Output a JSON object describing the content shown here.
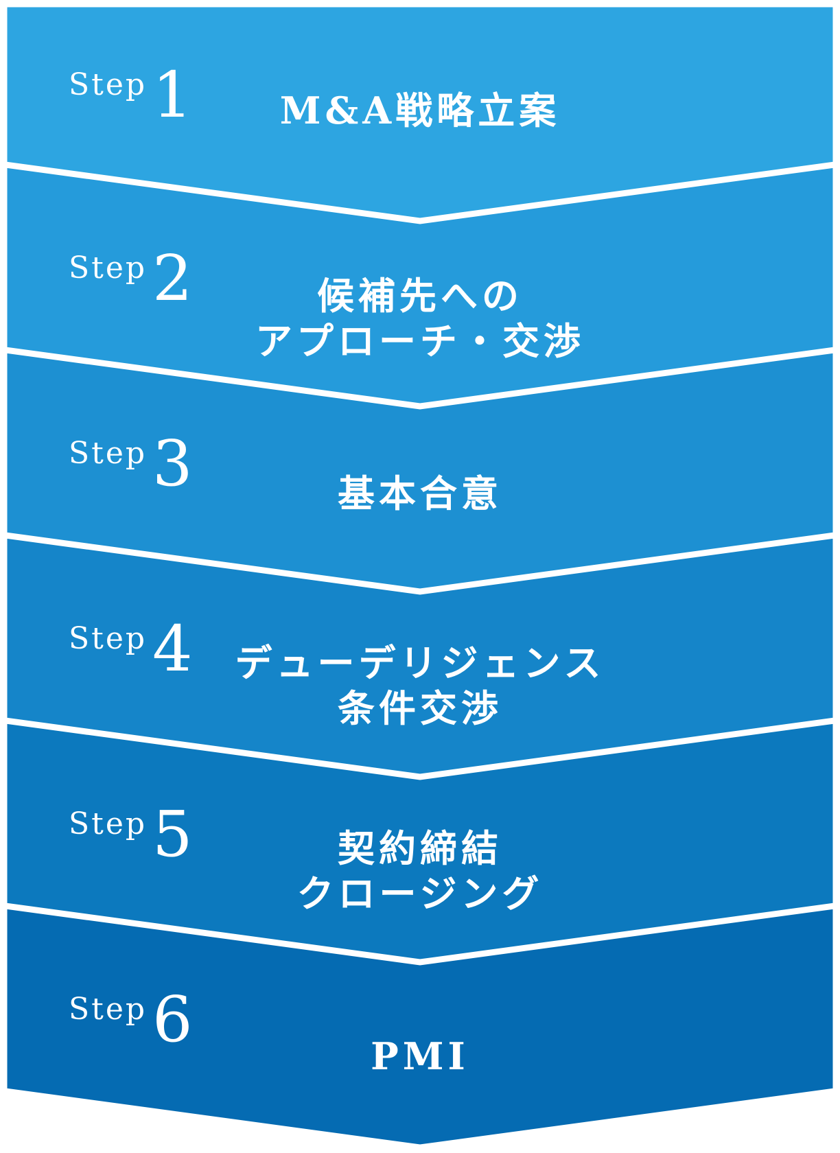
{
  "diagram": {
    "step_word": "Step",
    "steps": [
      {
        "number": "1",
        "lines": [
          "M&A戦略立案"
        ],
        "color": "#2da5e1"
      },
      {
        "number": "2",
        "lines": [
          "候補先への",
          "アプローチ・交渉"
        ],
        "color": "#259bdb"
      },
      {
        "number": "3",
        "lines": [
          "基本合意"
        ],
        "color": "#1d90d2"
      },
      {
        "number": "4",
        "lines": [
          "デューデリジェンス",
          "条件交渉"
        ],
        "color": "#1585c9"
      },
      {
        "number": "5",
        "lines": [
          "契約締結",
          "クロージング"
        ],
        "color": "#0c79be"
      },
      {
        "number": "6",
        "lines": [
          "PMI"
        ],
        "color": "#056bb2"
      }
    ]
  }
}
